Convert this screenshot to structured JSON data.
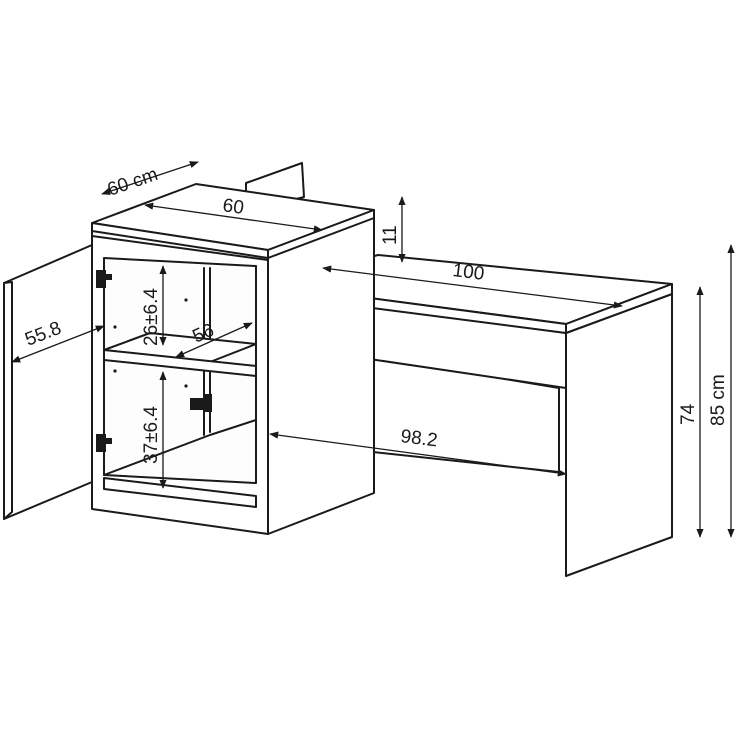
{
  "diagram": {
    "unit_depth_label": "60 cm",
    "cabinet_width_label": "60",
    "door_width_label": "55.8",
    "shelf_upper_label": "26±6.4",
    "shelf_lower_label": "37±6.4",
    "shelf_depth_label": "56",
    "desk_top_thickness_label": "11",
    "desk_width_label": "100",
    "desk_inner_width_label": "98.2",
    "desk_height_label": "74",
    "total_height_label": "85 cm"
  },
  "colors": {
    "line": "#1a1a1a",
    "background": "#ffffff"
  }
}
